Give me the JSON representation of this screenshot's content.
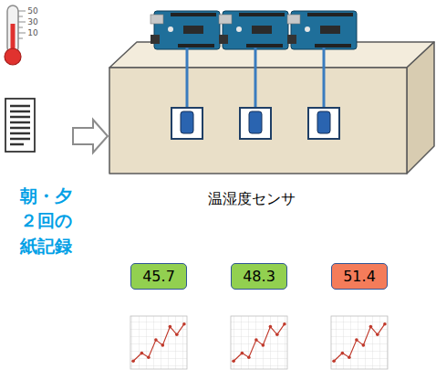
{
  "diagram": {
    "nodes": [
      {
        "text": [
          "45.7"
        ]
      },
      {
        "text": [
          "48.3"
        ]
      },
      {
        "text": [
          "51.4"
        ]
      }
    ],
    "labels": [
      "50",
      "30",
      "10",
      "朝・夕 ２回の 紙記録",
      "温湿度センサ"
    ]
  }
}
